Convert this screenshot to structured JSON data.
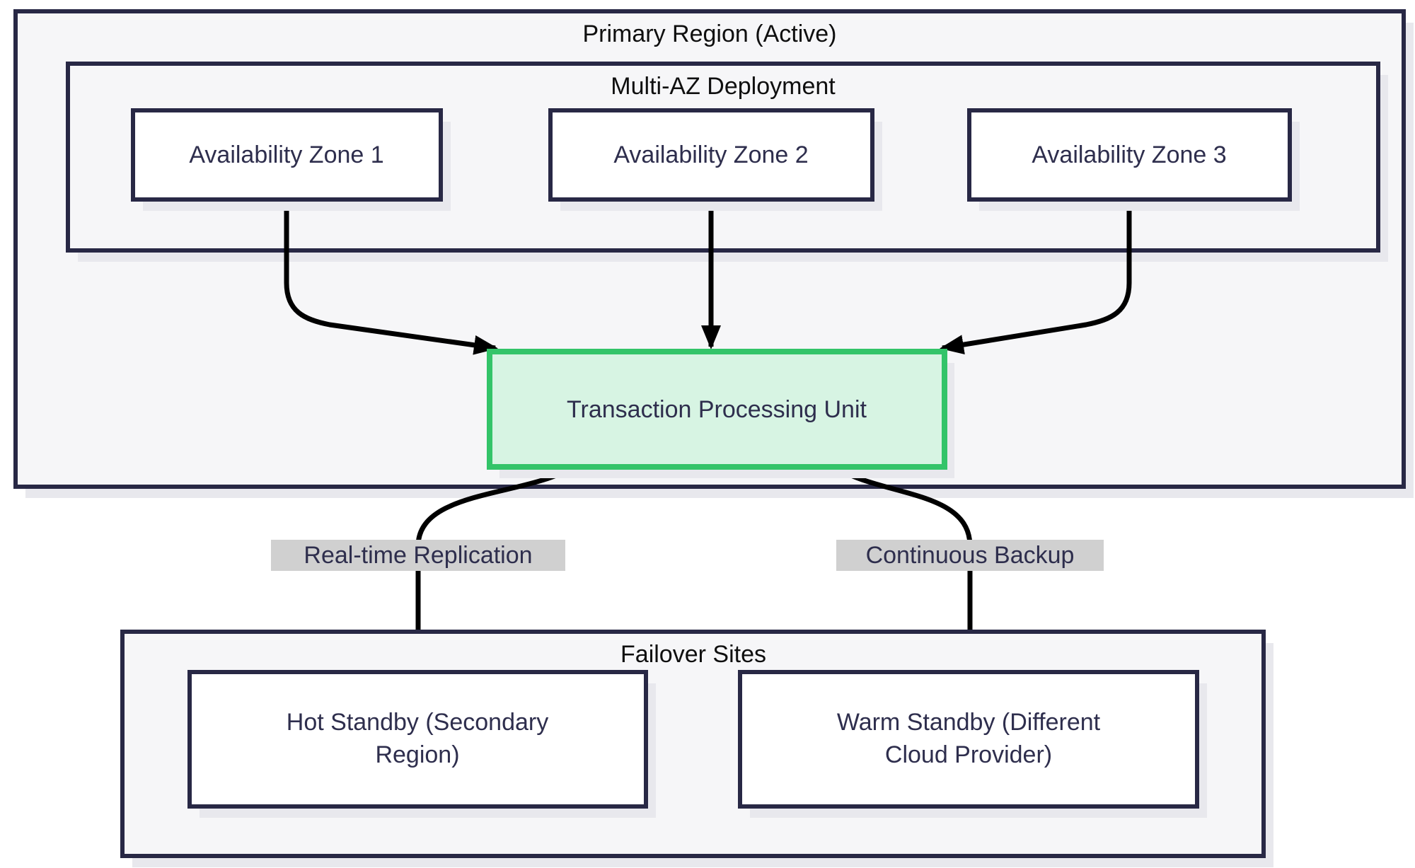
{
  "diagram": {
    "type": "flowchart",
    "clusters": {
      "primary_region": {
        "title": "Primary Region (Active)"
      },
      "multi_az": {
        "title": "Multi-AZ Deployment"
      },
      "failover": {
        "title": "Failover Sites"
      }
    },
    "nodes": {
      "az1": {
        "label": "Availability Zone 1"
      },
      "az2": {
        "label": "Availability Zone 2"
      },
      "az3": {
        "label": "Availability Zone 3"
      },
      "tpu": {
        "label": "Transaction Processing Unit"
      },
      "hot_standby": {
        "label": "Hot Standby (Secondary Region)",
        "line1": "Hot Standby (Secondary",
        "line2": "Region)"
      },
      "warm_standby": {
        "label": "Warm Standby (Different Cloud Provider)",
        "line1": "Warm Standby (Different",
        "line2": "Cloud Provider)"
      }
    },
    "edges": {
      "az1_to_tpu": {
        "from": "az1",
        "to": "tpu",
        "label": ""
      },
      "az2_to_tpu": {
        "from": "az2",
        "to": "tpu",
        "label": ""
      },
      "az3_to_tpu": {
        "from": "az3",
        "to": "tpu",
        "label": ""
      },
      "replication": {
        "from": "tpu",
        "to": "hot_standby",
        "label": "Real-time Replication"
      },
      "backup": {
        "from": "tpu",
        "to": "warm_standby",
        "label": "Continuous Backup"
      }
    },
    "colors": {
      "background": "#ffffff",
      "cluster_fill": "#f6f6f8",
      "cluster_border": "#282845",
      "node_fill": "#ffffff",
      "node_border": "#282845",
      "accent_fill": "#d7f4e3",
      "accent_border": "#33c469",
      "edge_stroke": "#000000",
      "edge_label_bg": "#d0d0d0",
      "node_text": "#2e2e4d",
      "cluster_text": "#0f0f0f",
      "shadow": "#e8e8ed"
    }
  }
}
